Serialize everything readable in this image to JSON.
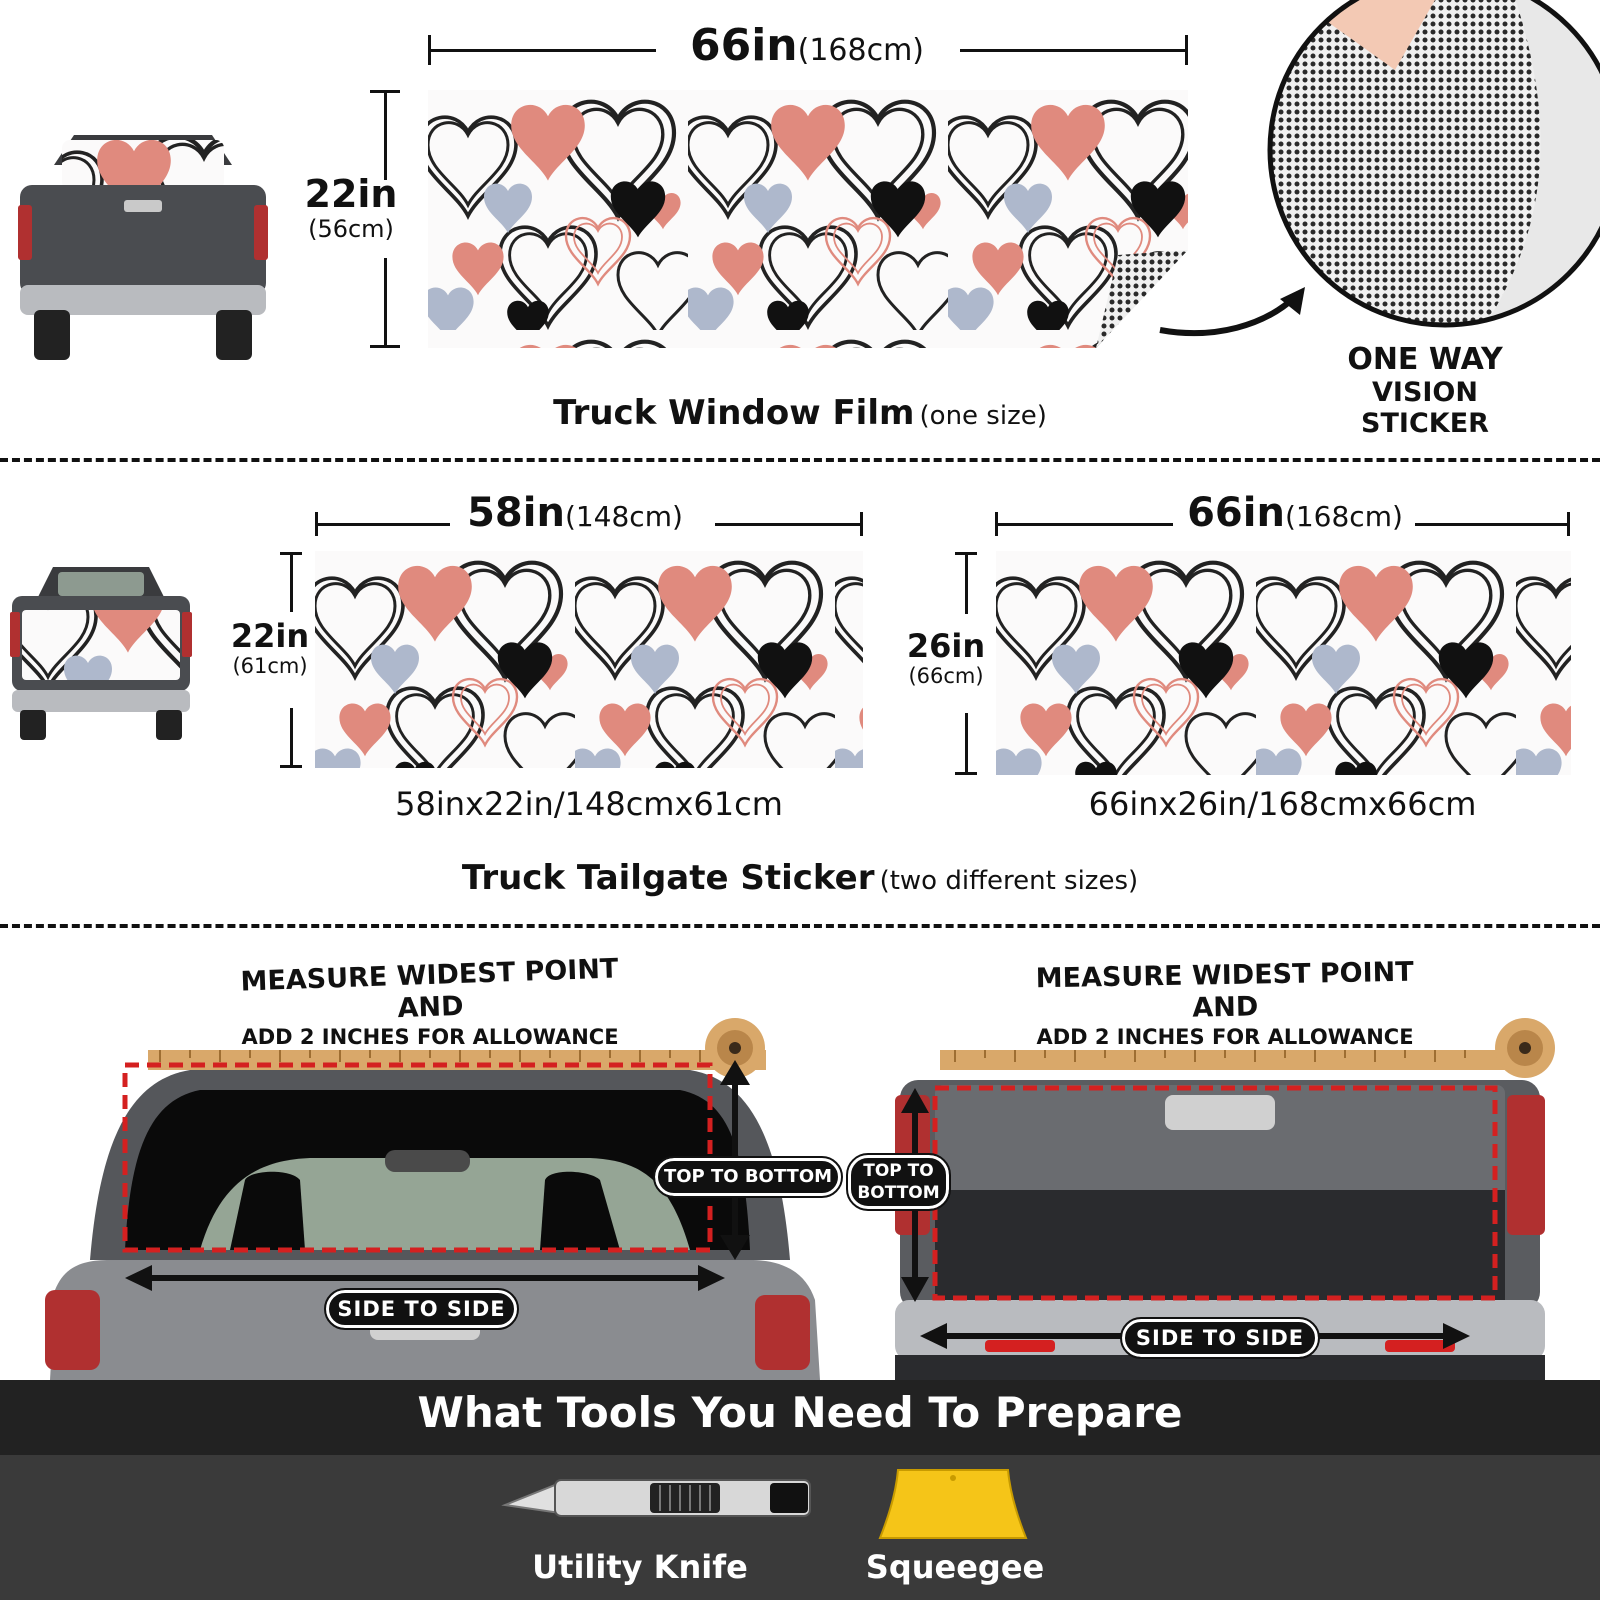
{
  "window_film": {
    "width_in": "66in",
    "width_cm": "(168cm)",
    "height_in": "22in",
    "height_cm": "(56cm)",
    "title": "Truck Window Film",
    "subtitle": "(one size)"
  },
  "one_way": {
    "line1": "ONE WAY",
    "line2": "VISION STICKER"
  },
  "tailgate": {
    "small": {
      "width_in": "58in",
      "width_cm": "(148cm)",
      "height_in": "22in",
      "height_cm": "(61cm)",
      "caption": "58inx22in/148cmx61cm"
    },
    "large": {
      "width_in": "66in",
      "width_cm": "(168cm)",
      "height_in": "26in",
      "height_cm": "(66cm)",
      "caption": "66inx26in/168cmx66cm"
    },
    "title": "Truck Tailgate Sticker",
    "subtitle": "(two different sizes)"
  },
  "measure": {
    "left": {
      "line1": "MEASURE WIDEST POINT AND",
      "line2": "ADD 2 INCHES FOR ALLOWANCE",
      "vertical": "TOP TO BOTTOM",
      "horizontal": "SIDE TO SIDE"
    },
    "right": {
      "line1": "MEASURE WIDEST POINT AND",
      "line2": "ADD 2 INCHES FOR ALLOWANCE",
      "vertical_line1": "TOP TO",
      "vertical_line2": "BOTTOM",
      "horizontal": "SIDE TO SIDE"
    }
  },
  "tools": {
    "heading": "What Tools You Need To Prepare",
    "items": [
      {
        "label": "Utility Knife",
        "icon": "utility-knife-icon"
      },
      {
        "label": "Squeegee",
        "icon": "squeegee-icon"
      }
    ]
  },
  "colors": {
    "heart_pink": "#e08a7e",
    "heart_blue": "#aeb8cc",
    "heart_black": "#111111",
    "guide_red": "#d42020",
    "tape_wood": "#d9a86a",
    "truck_gray": "#5a5c60",
    "squeegee_yellow": "#f5c518",
    "tools_band": "#222222"
  }
}
